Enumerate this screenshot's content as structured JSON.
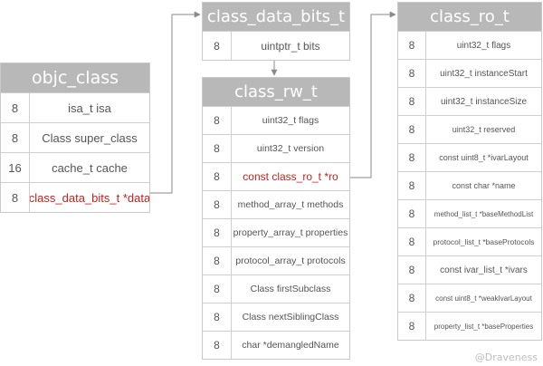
{
  "tables": {
    "objc_class": {
      "title": "objc_class",
      "rows": [
        {
          "size": "8",
          "field": "isa_t isa"
        },
        {
          "size": "8",
          "field": "Class super_class"
        },
        {
          "size": "16",
          "field": "cache_t cache"
        },
        {
          "size": "8",
          "field": "class_data_bits_t *data"
        }
      ]
    },
    "class_data_bits_t": {
      "title": "class_data_bits_t",
      "rows": [
        {
          "size": "8",
          "field": "uintptr_t bits"
        }
      ]
    },
    "class_rw_t": {
      "title": "class_rw_t",
      "rows": [
        {
          "size": "8",
          "field": "uint32_t flags"
        },
        {
          "size": "8",
          "field": "uint32_t version"
        },
        {
          "size": "8",
          "field": "const class_ro_t *ro"
        },
        {
          "size": "8",
          "field": "method_array_t methods"
        },
        {
          "size": "8",
          "field": "property_array_t properties"
        },
        {
          "size": "8",
          "field": "protocol_array_t protocols"
        },
        {
          "size": "8",
          "field": "Class firstSubclass"
        },
        {
          "size": "8",
          "field": "Class nextSiblingClass"
        },
        {
          "size": "8",
          "field": "char *demangledName"
        }
      ]
    },
    "class_ro_t": {
      "title": "class_ro_t",
      "rows": [
        {
          "size": "8",
          "field": "uint32_t flags"
        },
        {
          "size": "8",
          "field": "uint32_t instanceStart"
        },
        {
          "size": "8",
          "field": "uint32_t instanceSize"
        },
        {
          "size": "8",
          "field": "uint32_t reserved"
        },
        {
          "size": "8",
          "field": "const uint8_t *ivarLayout"
        },
        {
          "size": "8",
          "field": "const char *name"
        },
        {
          "size": "8",
          "field": "method_list_t *baseMethodList"
        },
        {
          "size": "8",
          "field": "protocol_list_t *baseProtocols"
        },
        {
          "size": "8",
          "field": "const ivar_list_t *ivars"
        },
        {
          "size": "8",
          "field": "const uint8_t *weakIvarLayout"
        },
        {
          "size": "8",
          "field": "property_list_t *baseProperties"
        }
      ]
    }
  },
  "colors": {
    "header": "#b8b8b8",
    "highlight": "#c4211c",
    "line": "#8a8a8a"
  },
  "watermark": "@Draveness"
}
